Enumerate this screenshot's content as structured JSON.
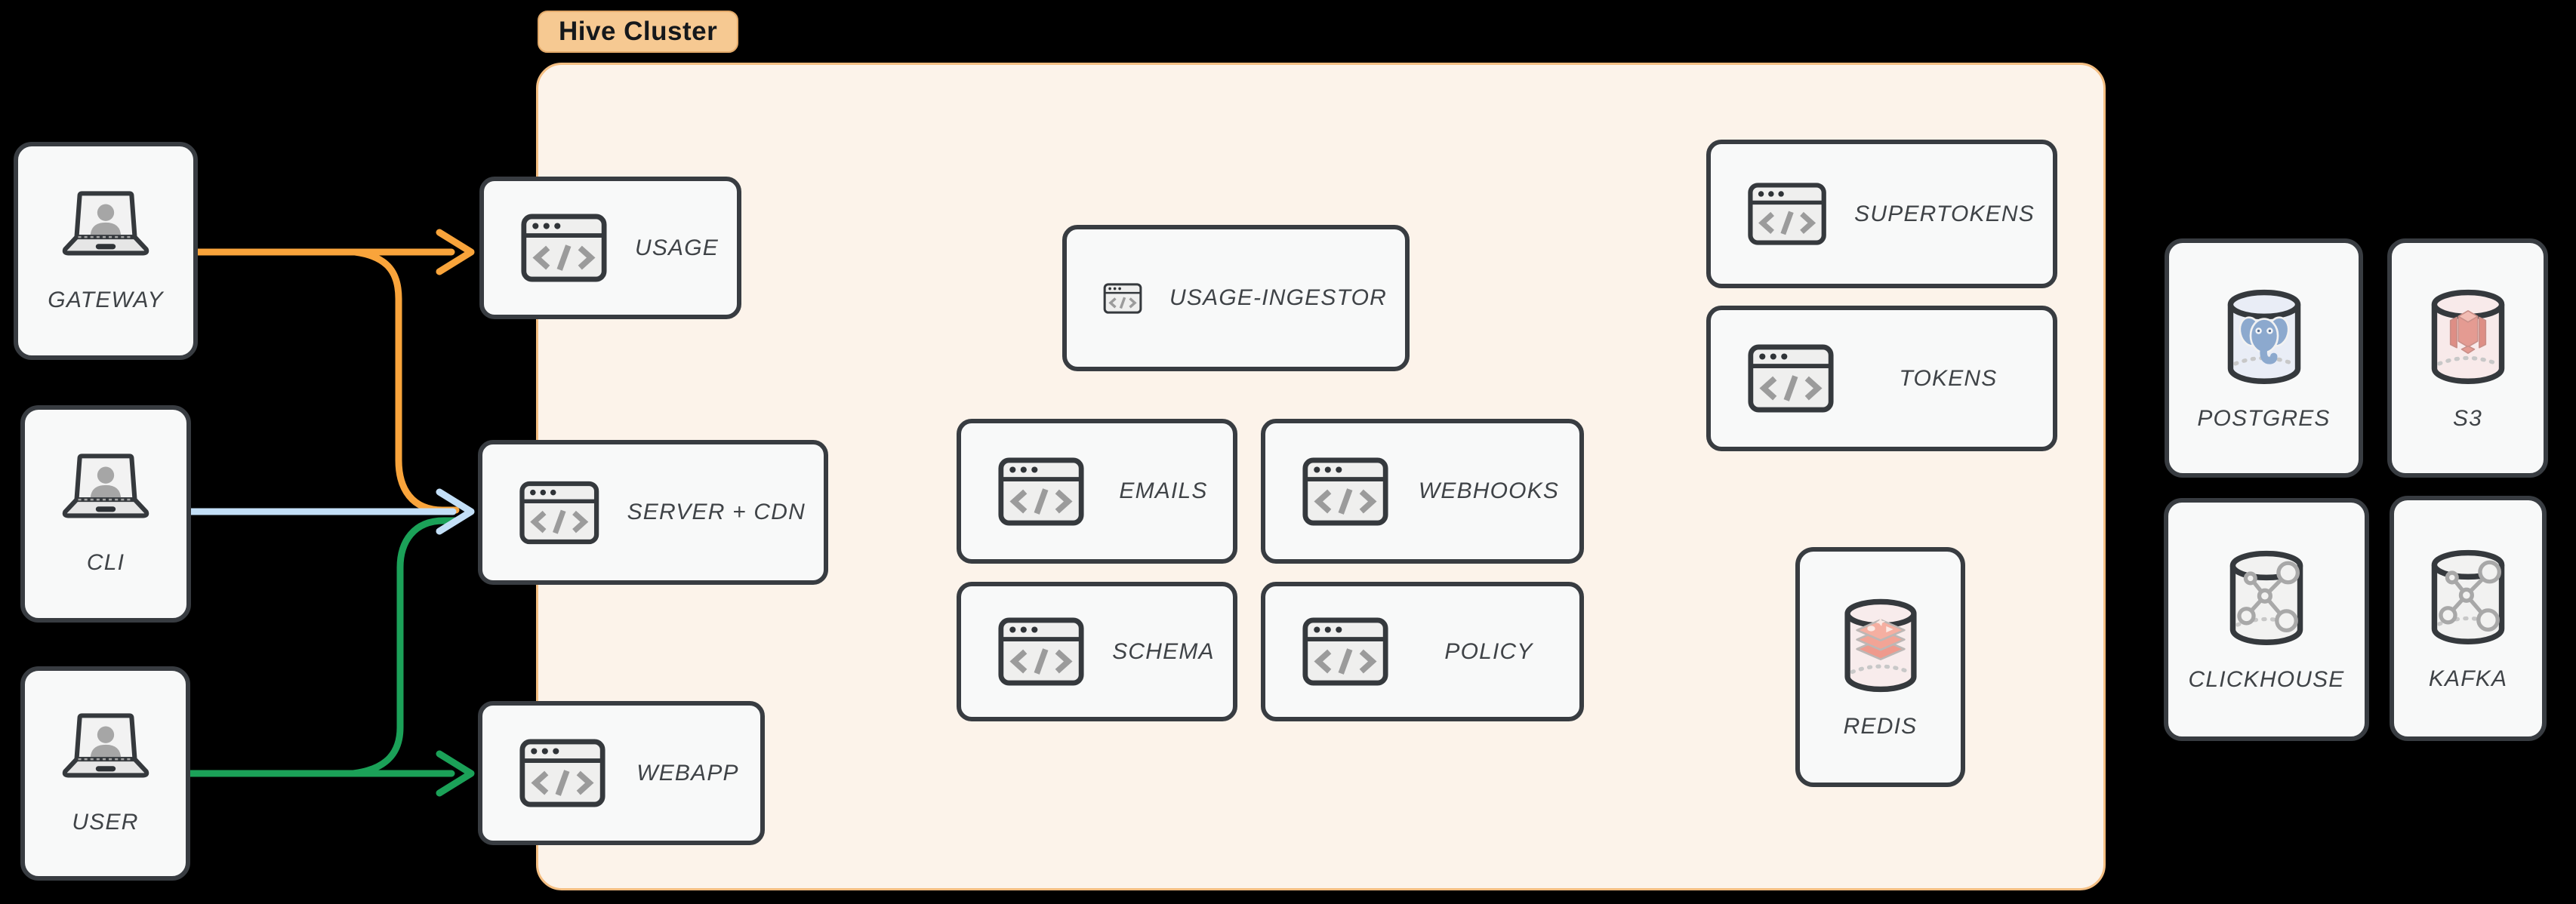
{
  "cluster": {
    "label": "Hive Cluster"
  },
  "clients": [
    {
      "label": "GATEWAY"
    },
    {
      "label": "CLI"
    },
    {
      "label": "USER"
    }
  ],
  "services": {
    "usage": {
      "label": "USAGE"
    },
    "server_cdn": {
      "label": "SERVER + CDN"
    },
    "webapp": {
      "label": "WEBAPP"
    },
    "usage_ingestor": {
      "label": "USAGE-INGESTOR"
    },
    "emails": {
      "label": "EMAILS"
    },
    "webhooks": {
      "label": "WEBHOOKS"
    },
    "schema": {
      "label": "SCHEMA"
    },
    "policy": {
      "label": "POLICY"
    },
    "supertokens": {
      "label": "SUPERTOKENS"
    },
    "tokens": {
      "label": "TOKENS"
    },
    "redis": {
      "label": "REDIS"
    }
  },
  "datastores": [
    {
      "label": "POSTGRES"
    },
    {
      "label": "S3"
    },
    {
      "label": "CLICKHOUSE"
    },
    {
      "label": "KAFKA"
    }
  ],
  "edges": [
    {
      "from": "GATEWAY",
      "to": "USAGE",
      "color": "#F9A43B"
    },
    {
      "from": "GATEWAY",
      "to": "SERVER + CDN",
      "color": "#F9A43B"
    },
    {
      "from": "CLI",
      "to": "SERVER + CDN",
      "color": "#C3DFF7"
    },
    {
      "from": "USER",
      "to": "SERVER + CDN",
      "color": "#1BA158"
    },
    {
      "from": "USER",
      "to": "WEBAPP",
      "color": "#1BA158"
    }
  ],
  "colors": {
    "background": "#000000",
    "arrow_orange": "#F9A43B",
    "arrow_blue": "#C3DFF7",
    "arrow_green": "#1BA158",
    "cluster_fill": "#FCF3EA",
    "cluster_border": "#F4BE82",
    "badge_fill": "#F6C992",
    "node_fill": "#F8F9F9",
    "node_border": "#383C41",
    "label_text": "#3F4347"
  }
}
